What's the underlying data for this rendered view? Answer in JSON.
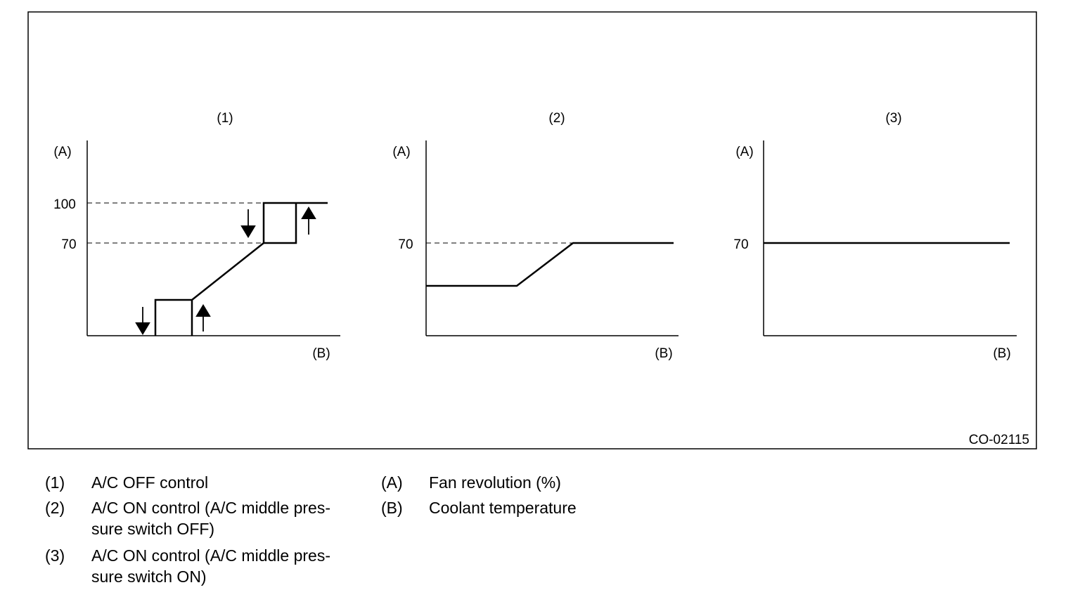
{
  "figure": {
    "code": "CO-02115",
    "graphs": [
      {
        "id": "(1)",
        "y_axis": "(A)",
        "x_axis": "(B)",
        "ticks": [
          "100",
          "70"
        ]
      },
      {
        "id": "(2)",
        "y_axis": "(A)",
        "x_axis": "(B)",
        "ticks": [
          "70"
        ]
      },
      {
        "id": "(3)",
        "y_axis": "(A)",
        "x_axis": "(B)",
        "ticks": [
          "70"
        ]
      }
    ]
  },
  "legend": {
    "left": [
      {
        "key": "(1)",
        "lines": [
          "A/C OFF control"
        ]
      },
      {
        "key": "(2)",
        "lines": [
          "A/C ON control (A/C middle pres-",
          "sure switch OFF)"
        ]
      },
      {
        "key": "(3)",
        "lines": [
          "A/C ON control (A/C middle pres-",
          "sure switch ON)"
        ]
      }
    ],
    "right": [
      {
        "key": "(A)",
        "lines": [
          "Fan revolution (%)"
        ]
      },
      {
        "key": "(B)",
        "lines": [
          "Coolant temperature"
        ]
      }
    ]
  }
}
